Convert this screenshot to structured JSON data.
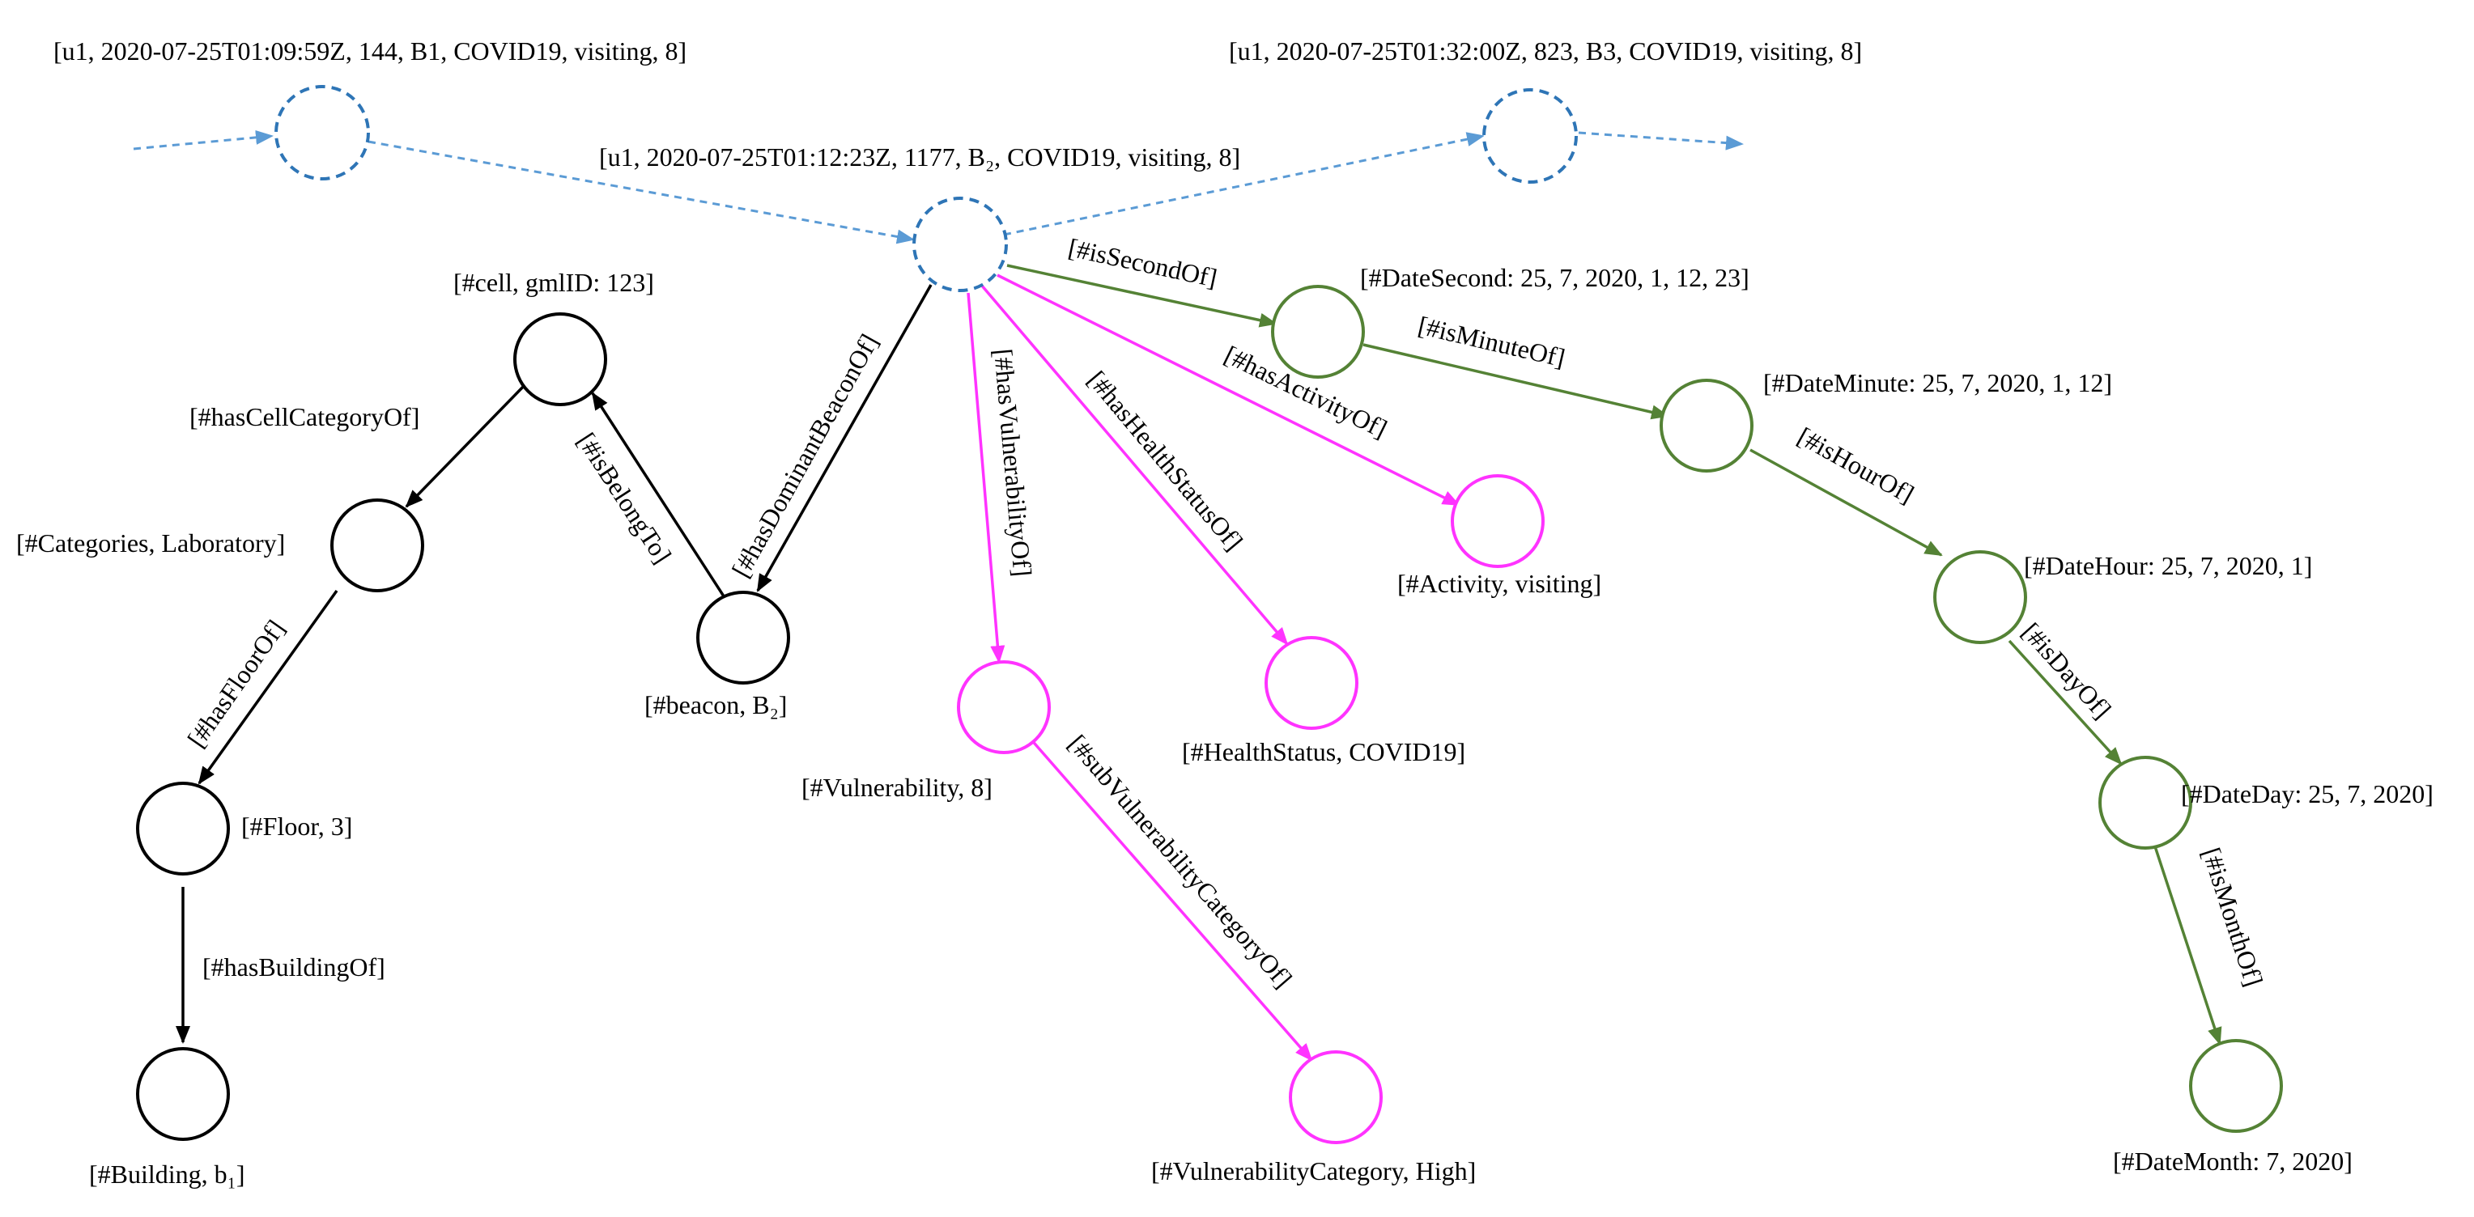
{
  "colors": {
    "blue": "#5b9bd5",
    "blue_dark": "#2e75b6",
    "black": "#000000",
    "green": "#548235",
    "magenta": "#ff33ff"
  },
  "nodes": [
    {
      "id": "u1_t1",
      "label": "[u1, 2020-07-25T01:09:59Z, 144, B1, COVID19, visiting, 8]",
      "style": "trajectory"
    },
    {
      "id": "u1_t2",
      "label": "[u1, 2020-07-25T01:12:23Z, 1177, B₂, COVID19, visiting, 8]",
      "style": "trajectory"
    },
    {
      "id": "u1_t3",
      "label": "[u1, 2020-07-25T01:32:00Z, 823, B3, COVID19, visiting, 8]",
      "style": "trajectory"
    },
    {
      "id": "cell",
      "label": "[#cell, gmlID: 123]",
      "style": "spatial"
    },
    {
      "id": "categories",
      "label": "[#Categories, Laboratory]",
      "style": "spatial"
    },
    {
      "id": "floor",
      "label": "[#Floor, 3]",
      "style": "spatial"
    },
    {
      "id": "building",
      "label": "[#Building, b₁]",
      "style": "spatial"
    },
    {
      "id": "beacon",
      "label": "[#beacon, B₂]",
      "style": "spatial"
    },
    {
      "id": "vulnerability",
      "label": "[#Vulnerability, 8]",
      "style": "semantic"
    },
    {
      "id": "vulncat",
      "label": "[#VulnerabilityCategory, High]",
      "style": "semantic"
    },
    {
      "id": "health",
      "label": "[#HealthStatus, COVID19]",
      "style": "semantic"
    },
    {
      "id": "activity",
      "label": "[#Activity, visiting]",
      "style": "semantic"
    },
    {
      "id": "dsecond",
      "label": "[#DateSecond: 25, 7, 2020, 1, 12, 23]",
      "style": "temporal"
    },
    {
      "id": "dminute",
      "label": "[#DateMinute: 25, 7, 2020, 1, 12]",
      "style": "temporal"
    },
    {
      "id": "dhour",
      "label": "[#DateHour: 25, 7, 2020, 1]",
      "style": "temporal"
    },
    {
      "id": "dday",
      "label": "[#DateDay: 25, 7, 2020]",
      "style": "temporal"
    },
    {
      "id": "dmonth",
      "label": "[#DateMonth: 7, 2020]",
      "style": "temporal"
    }
  ],
  "edges": [
    {
      "from": "u1_t2",
      "to": "beacon",
      "label": "[#hasDominantBeaconOf]",
      "style": "spatial"
    },
    {
      "from": "beacon",
      "to": "cell",
      "label": "[#isBelongTo]",
      "style": "spatial"
    },
    {
      "from": "cell",
      "to": "categories",
      "label": "[#hasCellCategoryOf]",
      "style": "spatial"
    },
    {
      "from": "categories",
      "to": "floor",
      "label": "[#hasFloorOf]",
      "style": "spatial"
    },
    {
      "from": "floor",
      "to": "building",
      "label": "[#hasBuildingOf]",
      "style": "spatial"
    },
    {
      "from": "u1_t2",
      "to": "vulnerability",
      "label": "[#hasVulnerabilityOf]",
      "style": "semantic"
    },
    {
      "from": "vulnerability",
      "to": "vulncat",
      "label": "[#subVulnerabilityCategoryOf]",
      "style": "semantic"
    },
    {
      "from": "u1_t2",
      "to": "health",
      "label": "[#hasHealthStatusOf]",
      "style": "semantic"
    },
    {
      "from": "u1_t2",
      "to": "activity",
      "label": "[#hasActivityOf]",
      "style": "semantic"
    },
    {
      "from": "u1_t2",
      "to": "dsecond",
      "label": "[#isSecondOf]",
      "style": "temporal"
    },
    {
      "from": "dsecond",
      "to": "dminute",
      "label": "[#isMinuteOf]",
      "style": "temporal"
    },
    {
      "from": "dminute",
      "to": "dhour",
      "label": "[#isHourOf]",
      "style": "temporal"
    },
    {
      "from": "dhour",
      "to": "dday",
      "label": "[#isDayOf]",
      "style": "temporal"
    },
    {
      "from": "dday",
      "to": "dmonth",
      "label": "[#isMonthOf]",
      "style": "temporal"
    }
  ]
}
